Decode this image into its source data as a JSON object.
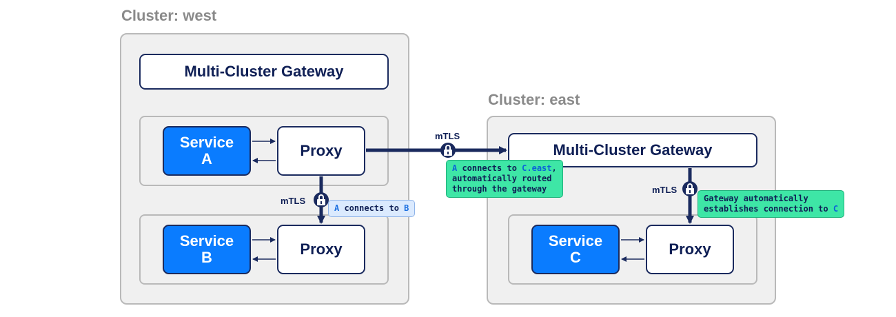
{
  "clusters": {
    "west": {
      "title": "Cluster: west",
      "gateway_label": "Multi-Cluster Gateway",
      "service_a": {
        "line1": "Service",
        "line2": "A"
      },
      "proxy_a": "Proxy",
      "service_b": {
        "line1": "Service",
        "line2": "B"
      },
      "proxy_b": "Proxy"
    },
    "east": {
      "title": "Cluster: east",
      "gateway_label": "Multi-Cluster Gateway",
      "service_c": {
        "line1": "Service",
        "line2": "C"
      },
      "proxy_c": "Proxy"
    }
  },
  "links": {
    "mtls_label": "mTLS"
  },
  "notes": {
    "a_to_b": {
      "pre": "",
      "hl1": "A",
      "mid": " connects to ",
      "hl2": "B"
    },
    "a_to_c": {
      "hl1": "A",
      "mid": " connects to ",
      "hl2": "C.east",
      "post": ",\nautomatically routed\nthrough the gateway"
    },
    "gw_to_c": {
      "pre": "Gateway automatically\nestablishes connection to ",
      "hl": "C"
    }
  },
  "colors": {
    "service_fill": "#0a7cff",
    "node_border": "#1a2a5e",
    "panel_fill": "#f0f0f0",
    "panel_border": "#b9b9b9",
    "green_note": "#3ee6a6",
    "blue_note": "#dbeafe"
  }
}
